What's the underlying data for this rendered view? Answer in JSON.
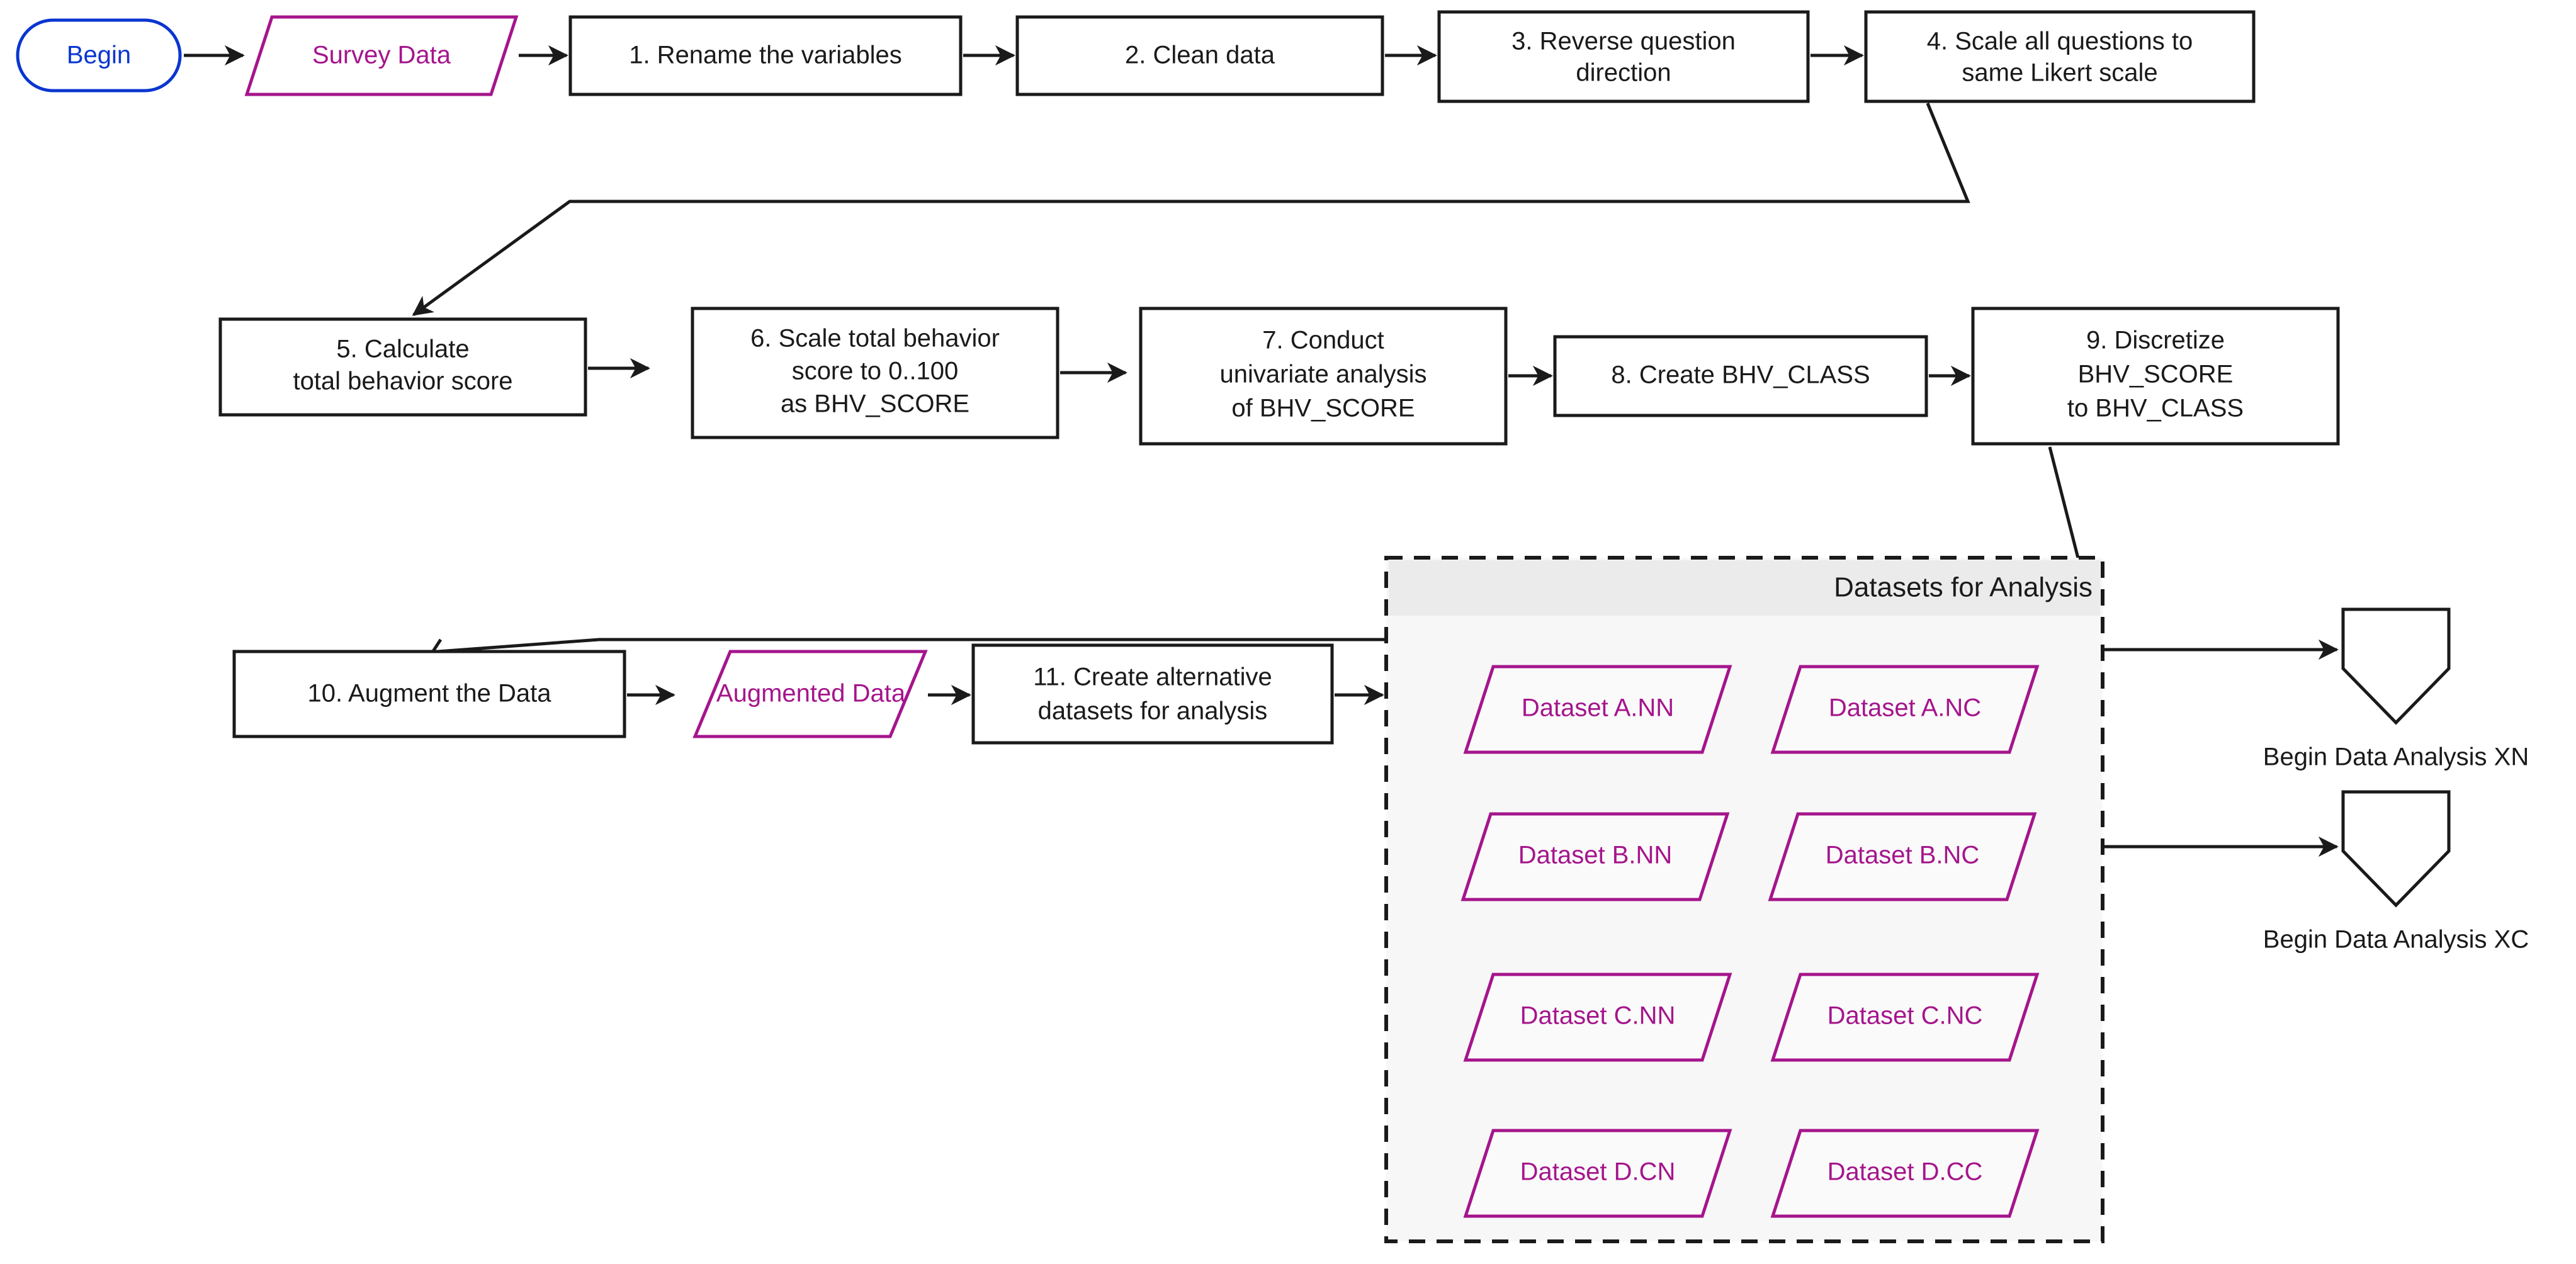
{
  "diagram": {
    "title": "Survey data preparation flowchart",
    "colors": {
      "process_stroke": "#1a1a1a",
      "data_stroke": "#A5158C",
      "data_text": "#A5158C",
      "terminal_stroke": "#0A36D0",
      "terminal_text": "#0A36D0",
      "group_fill": "#f7f7f7",
      "group_header_fill": "#ebebeb",
      "edge": "#1a1a1a",
      "background": "#ffffff"
    }
  },
  "row1": {
    "begin": {
      "label": "Begin",
      "shape": "terminal"
    },
    "survey_data": {
      "label": "Survey Data",
      "shape": "data-parallelogram"
    },
    "step1": {
      "label": "1. Rename the variables",
      "shape": "process"
    },
    "step2": {
      "label": "2. Clean data",
      "shape": "process"
    },
    "step3": {
      "line1": "3. Reverse question",
      "line2": "direction",
      "shape": "process"
    },
    "step4": {
      "line1": "4. Scale all questions to",
      "line2": "same Likert scale",
      "shape": "process"
    }
  },
  "row2": {
    "step5": {
      "line1": "5. Calculate",
      "line2": "total behavior score",
      "shape": "process"
    },
    "step6": {
      "line1": "6. Scale total behavior",
      "line2": "score to 0..100",
      "line3": "as BHV_SCORE",
      "shape": "process"
    },
    "step7": {
      "line1": "7. Conduct",
      "line2": "univariate analysis",
      "line3": "of BHV_SCORE",
      "shape": "process"
    },
    "step8": {
      "label": "8. Create BHV_CLASS",
      "shape": "process"
    },
    "step9": {
      "line1": "9. Discretize",
      "line2": "BHV_SCORE",
      "line3": "to BHV_CLASS",
      "shape": "process"
    }
  },
  "row3": {
    "step10": {
      "label": "10. Augment the Data",
      "shape": "process"
    },
    "augmented_data": {
      "label": "Augmented Data",
      "shape": "data-parallelogram"
    },
    "step11": {
      "line1": "11. Create alternative",
      "line2": "datasets for analysis",
      "shape": "process"
    }
  },
  "datasets_group": {
    "title": "Datasets for Analysis",
    "items": [
      {
        "label": "Dataset A.NN",
        "col": 0,
        "row": 0
      },
      {
        "label": "Dataset A.NC",
        "col": 1,
        "row": 0
      },
      {
        "label": "Dataset B.NN",
        "col": 0,
        "row": 1
      },
      {
        "label": "Dataset B.NC",
        "col": 1,
        "row": 1
      },
      {
        "label": "Dataset C.NN",
        "col": 0,
        "row": 2
      },
      {
        "label": "Dataset C.NC",
        "col": 1,
        "row": 2
      },
      {
        "label": "Dataset D.CN",
        "col": 0,
        "row": 3
      },
      {
        "label": "Dataset D.CC",
        "col": 1,
        "row": 3
      }
    ]
  },
  "offpage": {
    "xn": {
      "caption": "Begin Data Analysis XN",
      "shape": "off-page-connector"
    },
    "xc": {
      "caption": "Begin Data Analysis XC",
      "shape": "off-page-connector"
    }
  }
}
